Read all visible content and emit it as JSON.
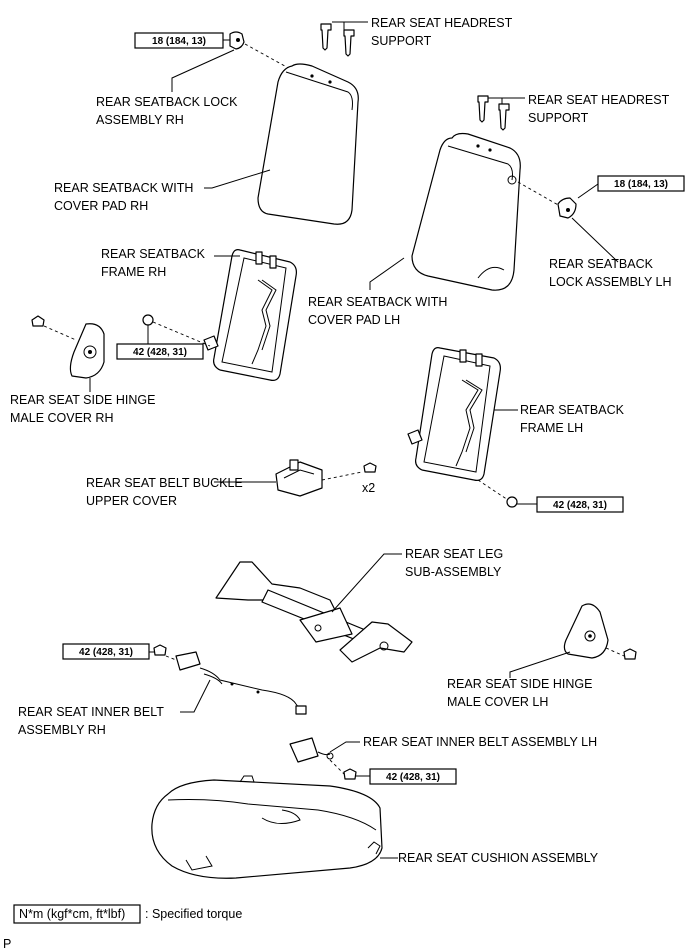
{
  "labels": {
    "headrest_support_rh": [
      "REAR SEAT HEADREST",
      "SUPPORT"
    ],
    "lock_rh": [
      "REAR SEATBACK LOCK",
      "ASSEMBLY RH"
    ],
    "headrest_support_lh": [
      "REAR SEAT HEADREST",
      "SUPPORT"
    ],
    "seatback_rh": [
      "REAR SEATBACK WITH",
      "COVER PAD RH"
    ],
    "frame_rh": [
      "REAR SEATBACK",
      "FRAME RH"
    ],
    "lock_lh": [
      "REAR SEATBACK",
      "LOCK ASSEMBLY LH"
    ],
    "seatback_lh": [
      "REAR SEATBACK WITH",
      "COVER PAD LH"
    ],
    "hinge_cover_rh": [
      "REAR SEAT SIDE HINGE",
      "MALE COVER RH"
    ],
    "frame_lh": [
      "REAR SEATBACK",
      "FRAME LH"
    ],
    "buckle_cover": [
      "REAR SEAT BELT BUCKLE",
      "UPPER COVER"
    ],
    "leg_sub": [
      "REAR SEAT LEG",
      "SUB-ASSEMBLY"
    ],
    "hinge_cover_lh": [
      "REAR SEAT SIDE HINGE",
      "MALE COVER LH"
    ],
    "inner_belt_rh": [
      "REAR SEAT INNER BELT",
      "ASSEMBLY RH"
    ],
    "inner_belt_lh": "REAR SEAT INNER BELT ASSEMBLY LH",
    "cushion": "REAR SEAT CUSHION ASSEMBLY",
    "qty_x2": "x2"
  },
  "torques": {
    "lock_rh": "18 (184, 13)",
    "lock_lh": "18 (184, 13)",
    "frame_rh": "42 (428, 31)",
    "frame_lh": "42 (428, 31)",
    "inner_belt_rh": "42 (428, 31)",
    "inner_belt_lh": "42 (428, 31)"
  },
  "legend": {
    "unit": "N*m (kgf*cm, ft*lbf)",
    "text": ": Specified torque"
  },
  "corner_mark": "P"
}
